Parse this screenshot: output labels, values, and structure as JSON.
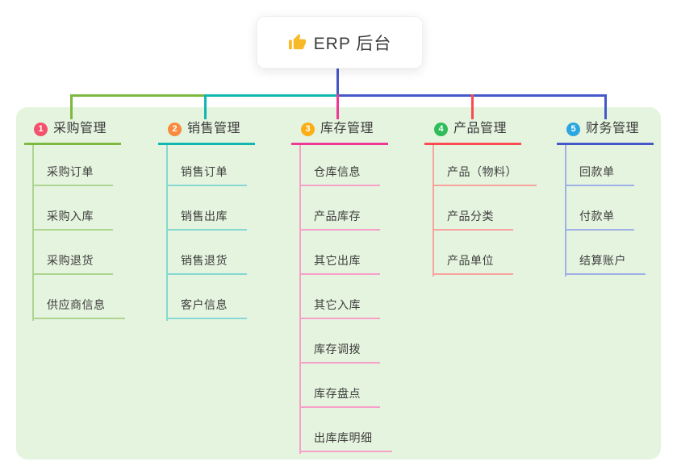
{
  "root": {
    "label": "ERP 后台",
    "icon": "thumbs-up",
    "icon_color": "#f7b927",
    "line_color": "#4558c9"
  },
  "canvas": {
    "background": "#ffffff",
    "panel_background": "#e5f4df",
    "text_color": "#3b3b3b"
  },
  "branches": [
    {
      "seq": "1",
      "label": "采购管理",
      "badge_color": "#f4516c",
      "line_color": "#7cb93e",
      "child_line_color": "#aed58f",
      "children": [
        "采购订单",
        "采购入库",
        "采购退货",
        "供应商信息"
      ]
    },
    {
      "seq": "2",
      "label": "销售管理",
      "badge_color": "#f98a3e",
      "line_color": "#10b7b0",
      "child_line_color": "#86d8d2",
      "children": [
        "销售订单",
        "销售出库",
        "销售退货",
        "客户信息"
      ]
    },
    {
      "seq": "3",
      "label": "库存管理",
      "badge_color": "#fbae17",
      "line_color": "#ee3a96",
      "child_line_color": "#f6a0ca",
      "children": [
        "仓库信息",
        "产品库存",
        "其它出库",
        "其它入库",
        "库存调拨",
        "库存盘点",
        "出库库明细"
      ]
    },
    {
      "seq": "4",
      "label": "产品管理",
      "badge_color": "#2ebd59",
      "line_color": "#fb4b50",
      "child_line_color": "#f9a3a0",
      "children": [
        "产品（物料）",
        "产品分类",
        "产品单位"
      ]
    },
    {
      "seq": "5",
      "label": "财务管理",
      "badge_color": "#2ba6df",
      "line_color": "#4558c9",
      "child_line_color": "#9fb0e6",
      "children": [
        "回款单",
        "付款单",
        "结算账户"
      ]
    }
  ]
}
